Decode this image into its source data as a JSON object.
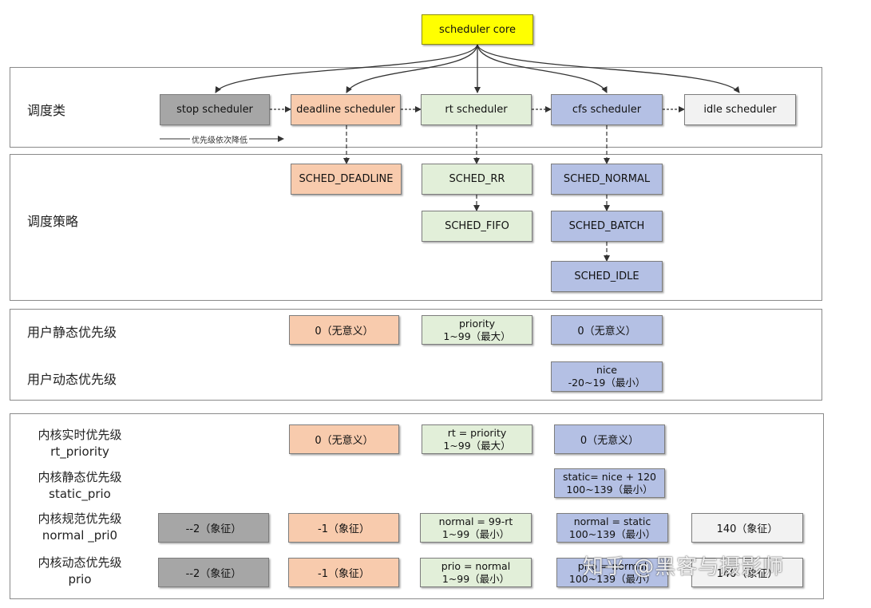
{
  "core": "scheduler core",
  "rows": {
    "sched_class": "调度类",
    "policy": "调度策略",
    "user_static": "用户静态优先级",
    "user_dynamic": "用户动态优先级",
    "k_rt_1": "内核实时优先级",
    "k_rt_2": "rt_priority",
    "k_static_1": "内核静态优先级",
    "k_static_2": "static_prio",
    "k_normal_1": "内核规范优先级",
    "k_normal_2": "normal _pri0",
    "k_dyn_1": "内核动态优先级",
    "k_dyn_2": "prio"
  },
  "classes": [
    "stop scheduler",
    "deadline scheduler",
    "rt scheduler",
    "cfs scheduler",
    "idle scheduler"
  ],
  "priority_note": "优先级依次降低",
  "policies": {
    "deadline": "SCHED_DEADLINE",
    "rr": "SCHED_RR",
    "fifo": "SCHED_FIFO",
    "normal": "SCHED_NORMAL",
    "batch": "SCHED_BATCH",
    "idle": "SCHED_IDLE"
  },
  "user_static": {
    "deadline": "0（无意义）",
    "rt_1": "priority",
    "rt_2": "1~99（最大）",
    "cfs": "0（无意义）"
  },
  "user_dynamic": {
    "cfs_1": "nice",
    "cfs_2": "-20~19（最小）"
  },
  "kernel_rt": {
    "deadline": "0（无意义）",
    "rt_1": "rt = priority",
    "rt_2": "1~99（最大）",
    "cfs": "0（无意义）"
  },
  "kernel_static": {
    "cfs_1": "static= nice + 120",
    "cfs_2": "100~139（最小）"
  },
  "kernel_normal": {
    "stop": "--2（象征）",
    "deadline": "-1（象征）",
    "rt_1": "normal = 99-rt",
    "rt_2": "1~99（最小）",
    "cfs_1": "normal = static",
    "cfs_2": "100~139（最小）",
    "idle": "140（象征）"
  },
  "kernel_dynamic": {
    "stop": "--2（象征）",
    "deadline": "-1（象征）",
    "rt_1": "prio = normal",
    "rt_2": "1~99（最小）",
    "cfs_1": "prio = normal",
    "cfs_2": "100~139（最小）",
    "idle": "140（象征）"
  },
  "watermark": "知乎 @黑客与摄影师",
  "colors": {
    "stop": "#a6a6a6",
    "deadline": "#f8cbad",
    "rt": "#e2efd9",
    "cfs": "#b4c0e4",
    "idle": "#f2f2f2",
    "core": "#ffff00"
  }
}
